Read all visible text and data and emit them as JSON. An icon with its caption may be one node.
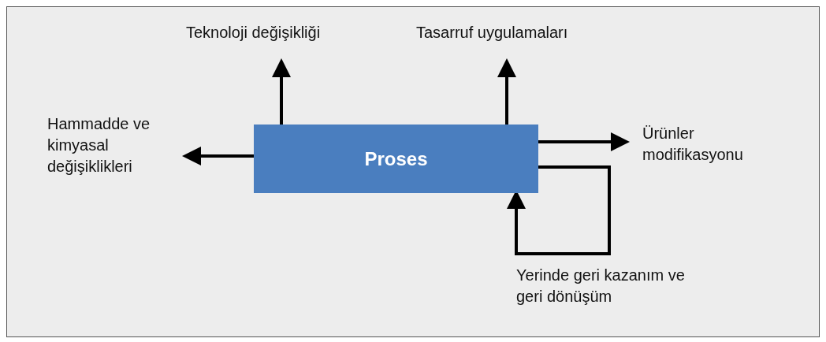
{
  "diagram": {
    "nodes": [
      {
        "text": [
          "Proses"
        ]
      },
      {
        "text": [
          "Teknoloji değişikliği"
        ]
      },
      {
        "text": [
          "Tasarruf uygulamaları"
        ]
      },
      {
        "text": [
          "Hammadde ve kimyasal değişiklikleri"
        ]
      },
      {
        "text": [
          "Ürünler modifikasyonu"
        ]
      }
    ],
    "edges": [
      {
        "from": 0,
        "to": 1,
        "arrow": "to"
      },
      {
        "from": 0,
        "to": 2,
        "arrow": "to"
      },
      {
        "from": 0,
        "to": 3,
        "arrow": "to"
      },
      {
        "from": 0,
        "to": 4,
        "arrow": "to"
      },
      {
        "from": 0,
        "to": 0,
        "arrow": "to",
        "label": "Yerinde geri kazanım ve geri dönüşüm"
      }
    ]
  }
}
